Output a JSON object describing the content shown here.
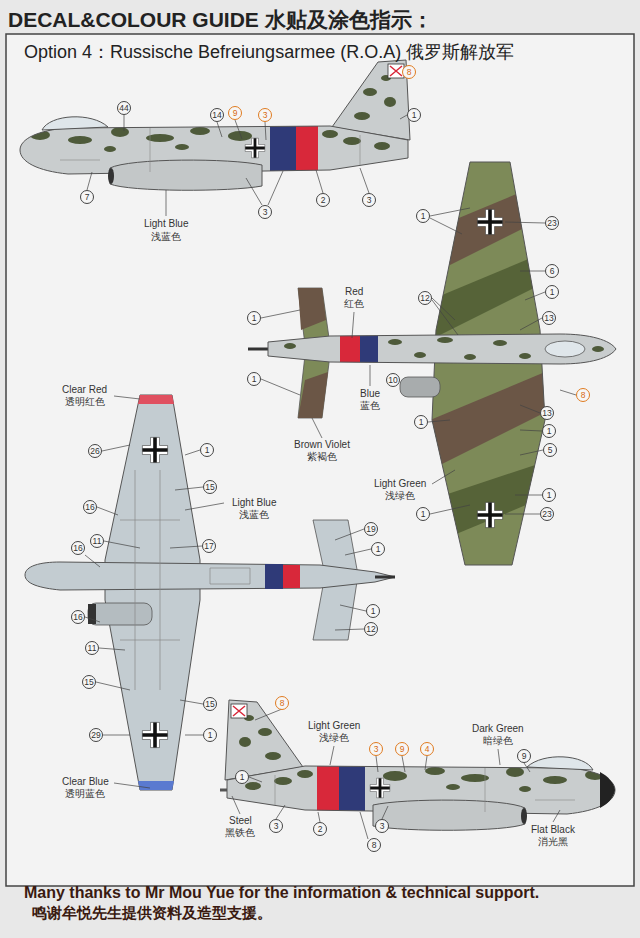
{
  "diagram": {
    "title": "DECAL&COLOUR GUIDE 水贴及涂色指示：",
    "caption": "Many thanks to Mr Mou Yue for the information & technical support.",
    "labels": [
      "Option 4：Russische Befreiungsarmee (R.O.A) 俄罗斯解放军",
      "44",
      "14",
      "9",
      "3",
      "8",
      "1",
      "7",
      "2",
      "3",
      "3",
      "Light Blue",
      "浅蓝色",
      "1",
      "23",
      "6",
      "1",
      "12",
      "Red",
      "红色",
      "1",
      "13",
      "1",
      "10",
      "Blue",
      "蓝色",
      "8",
      "13",
      "1",
      "1",
      "Brown Violet",
      "紫褐色",
      "5",
      "Light Green",
      "浅绿色",
      "1",
      "1",
      "23",
      "Clear Red",
      "透明红色",
      "26",
      "1",
      "15",
      "Light Blue",
      "浅蓝色",
      "16",
      "19",
      "11",
      "17",
      "16",
      "1",
      "16",
      "1",
      "12",
      "11",
      "15",
      "15",
      "29",
      "1",
      "Clear Blue",
      "透明蓝色",
      "8",
      "Light Green",
      "浅绿色",
      "Dark Green",
      "暗绿色",
      "3",
      "9",
      "4",
      "9",
      "1",
      "Steel",
      "黑铁色",
      "3",
      "2",
      "3",
      "8",
      "Flat Black",
      "消光黑",
      "鸣谢牟悦先生提供资料及造型支援。"
    ]
  }
}
